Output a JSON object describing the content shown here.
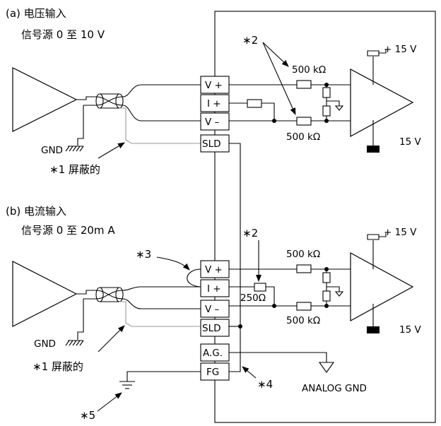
{
  "section_a": {
    "title": "(a) 电压输入",
    "source": "信号源 0 至 10 V"
  },
  "section_b": {
    "title": "(b) 电流输入",
    "source": "信号源 0 至 20m A"
  },
  "terminals_a": [
    "V +",
    "I +",
    "V –",
    "SLD"
  ],
  "terminals_b": [
    "V +",
    "I +",
    "V –",
    "SLD",
    "A.G.",
    "FG"
  ],
  "resistors": {
    "top_a": "500 kΩ",
    "bot_a": "500 kΩ",
    "top_b": "500 kΩ",
    "bot_b": "500 kΩ",
    "shunt_b": "250Ω"
  },
  "supplies": {
    "pos_a": "+ 15 V",
    "neg_a": "15 V",
    "pos_b": "+ 15 V",
    "neg_b": "15 V"
  },
  "notes": {
    "n1_a": "∗1  屏蔽的",
    "n1_b": "∗1  屏蔽的",
    "n2_a": "∗2",
    "n2_b": "∗2",
    "n3": "∗3",
    "n4": "∗4",
    "n5": "∗5"
  },
  "grounds": {
    "gnd_a": "GND",
    "gnd_b": "GND",
    "analog": "ANALOG GND"
  }
}
